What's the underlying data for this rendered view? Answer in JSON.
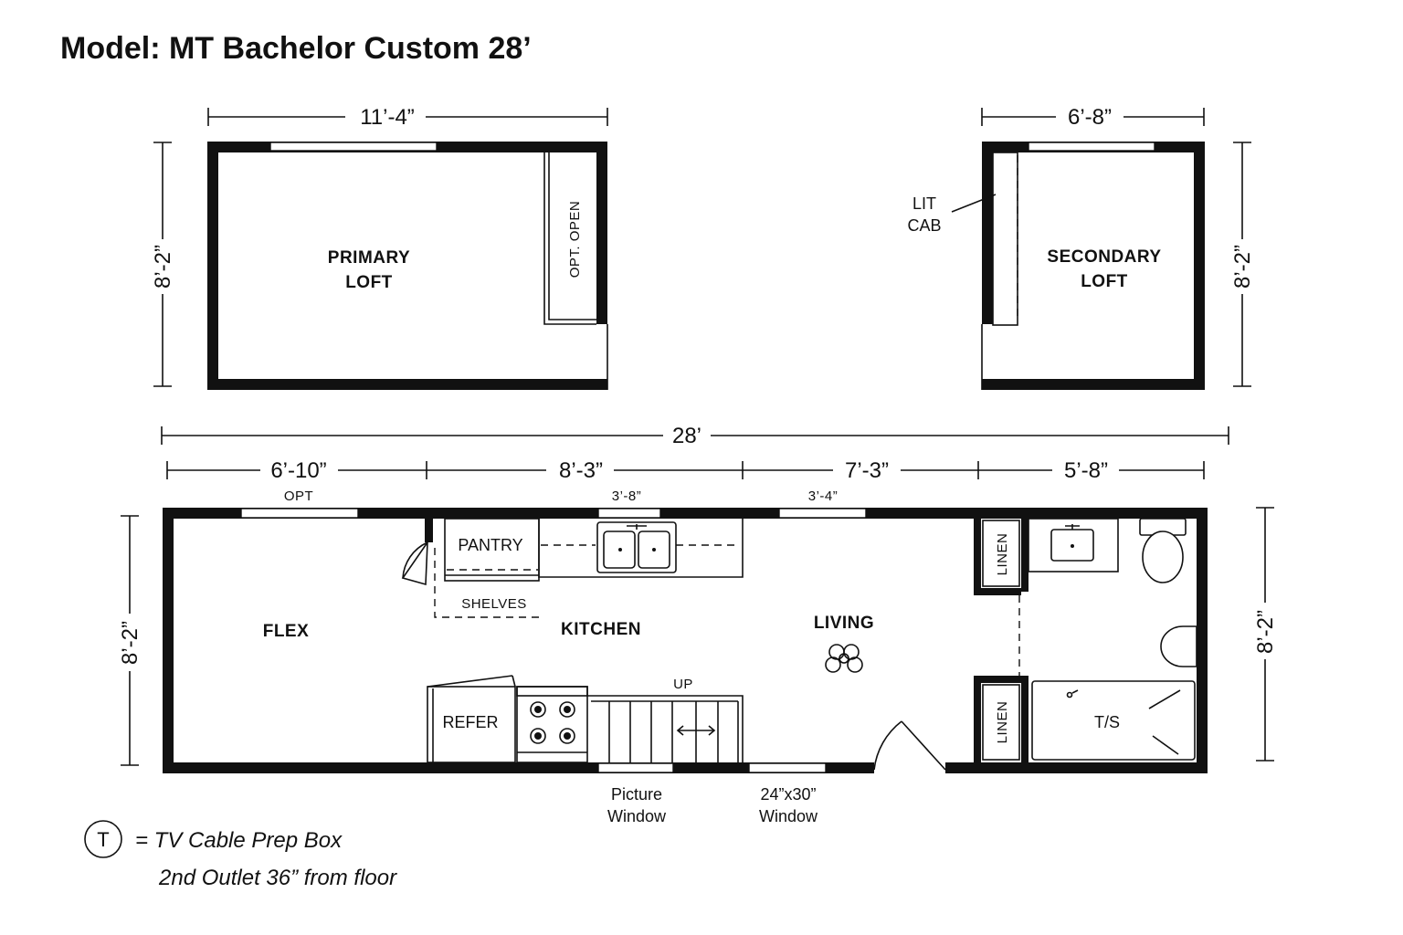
{
  "title": "Model: MT Bachelor Custom 28’",
  "lofts": {
    "primary": {
      "label_line1": "PRIMARY",
      "label_line2": "LOFT",
      "width_dim": "11’-4”",
      "height_dim": "8’-2”",
      "opt_label": "OPT. OPEN"
    },
    "secondary": {
      "label_line1": "SECONDARY",
      "label_line2": "LOFT",
      "width_dim": "6’-8”",
      "height_dim": "8’-2”",
      "cab_line1": "LIT",
      "cab_line2": "CAB"
    }
  },
  "main": {
    "overall_dim": "28’",
    "segment_dims": [
      "6’-10”",
      "8’-3”",
      "7’-3”",
      "5’-8”"
    ],
    "left_height_dim": "8’-2”",
    "right_height_dim": "8’-2”",
    "window_labels": {
      "opt": "OPT",
      "kitchen": "3’-8”",
      "living": "3’-4”"
    },
    "rooms": {
      "flex": "FLEX",
      "kitchen": "KITCHEN",
      "living": "LIVING",
      "pantry": "PANTRY",
      "shelves": "SHELVES",
      "refer": "REFER",
      "up": "UP",
      "linen_top": "LINEN",
      "linen_bottom": "LINEN",
      "tub_shower": "T/S"
    },
    "bottom_labels": {
      "picture_line1": "Picture",
      "picture_line2": "Window",
      "window2_line1": "24”x30”",
      "window2_line2": "Window"
    }
  },
  "legend": {
    "symbol": "T",
    "line1": "=  TV Cable Prep Box",
    "line2": "2nd Outlet 36” from floor"
  }
}
